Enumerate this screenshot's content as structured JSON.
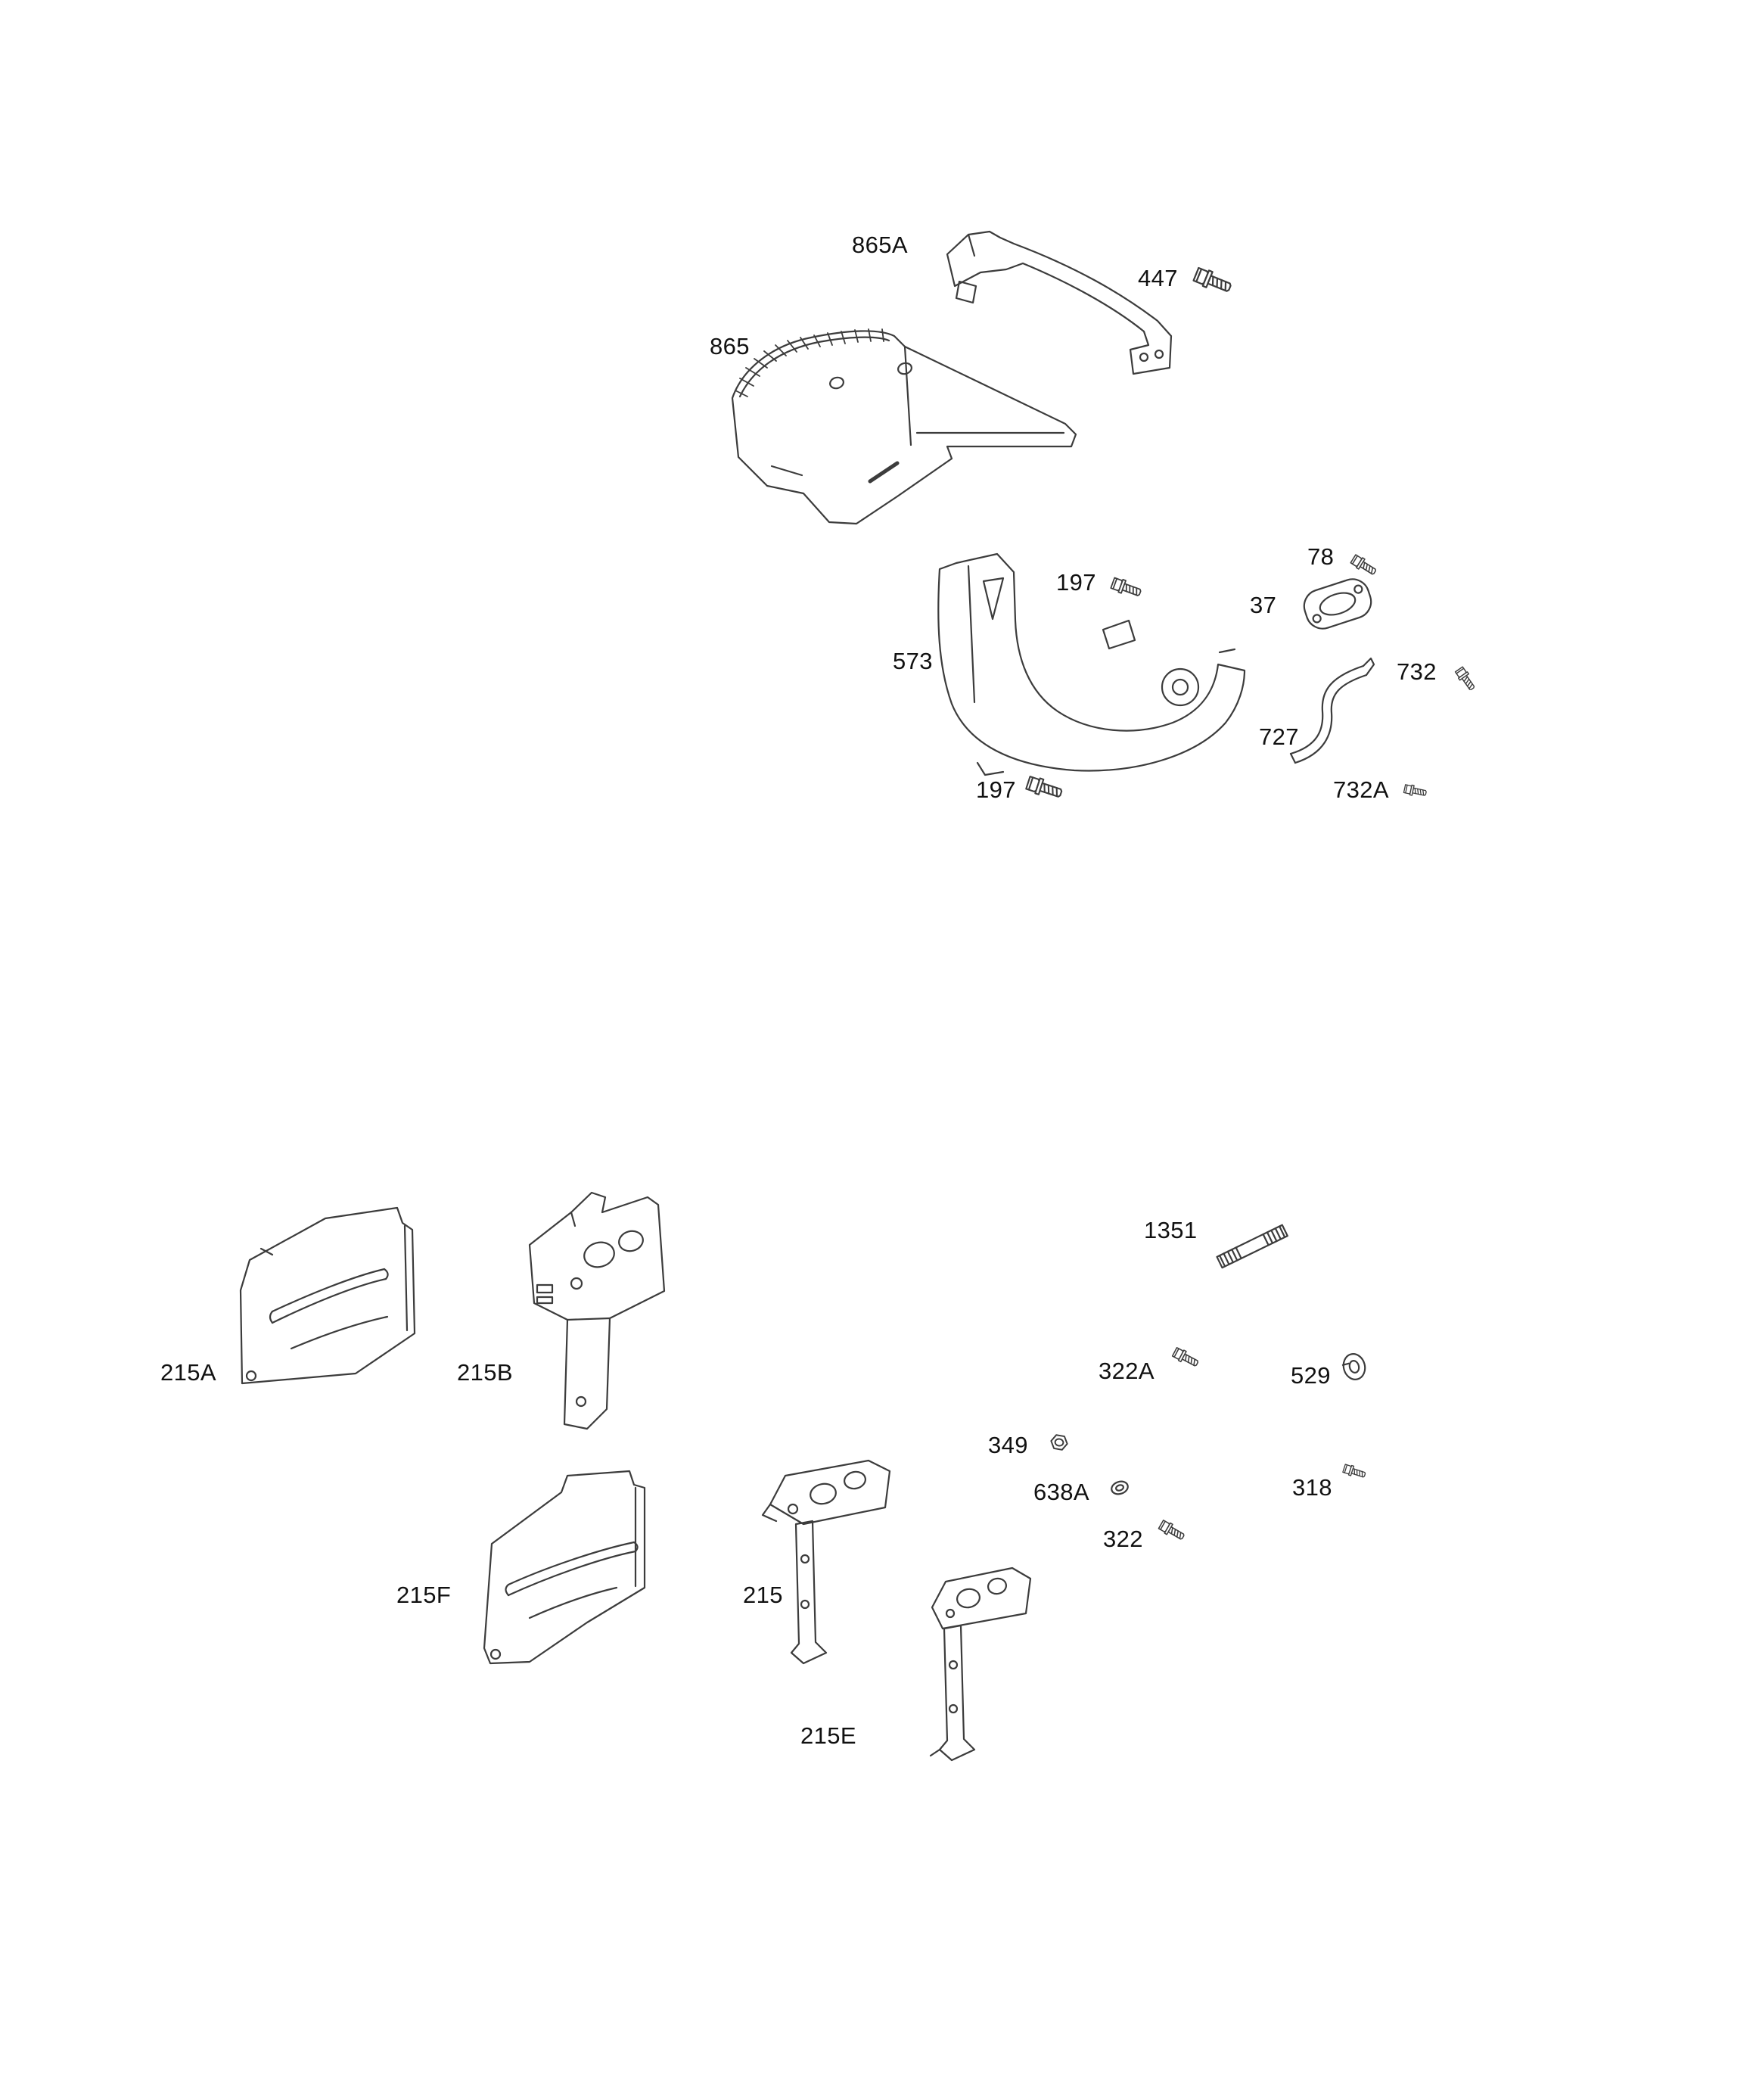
{
  "diagram": {
    "background_color": "#ffffff",
    "line_color": "#3c3c3c",
    "label_color": "#111111",
    "labels": [
      {
        "id": "865A",
        "text": "865A"
      },
      {
        "id": "447",
        "text": "447"
      },
      {
        "id": "865",
        "text": "865"
      },
      {
        "id": "197-upper",
        "text": "197"
      },
      {
        "id": "78",
        "text": "78"
      },
      {
        "id": "37",
        "text": "37"
      },
      {
        "id": "573",
        "text": "573"
      },
      {
        "id": "732",
        "text": "732"
      },
      {
        "id": "727",
        "text": "727"
      },
      {
        "id": "197-lower",
        "text": "197"
      },
      {
        "id": "732A",
        "text": "732A"
      },
      {
        "id": "1351",
        "text": "1351"
      },
      {
        "id": "215A",
        "text": "215A"
      },
      {
        "id": "215B",
        "text": "215B"
      },
      {
        "id": "322A",
        "text": "322A"
      },
      {
        "id": "529",
        "text": "529"
      },
      {
        "id": "349",
        "text": "349"
      },
      {
        "id": "638A",
        "text": "638A"
      },
      {
        "id": "318",
        "text": "318"
      },
      {
        "id": "322",
        "text": "322"
      },
      {
        "id": "215F",
        "text": "215F"
      },
      {
        "id": "215",
        "text": "215"
      },
      {
        "id": "215E",
        "text": "215E"
      }
    ]
  }
}
